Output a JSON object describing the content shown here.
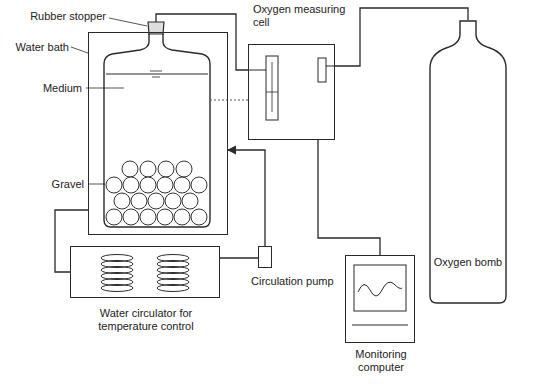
{
  "diagram": {
    "nodes": [
      {
        "text": [
          "Water bath"
        ]
      },
      {
        "text": [
          "Oxygen measuring cell"
        ]
      },
      {
        "text": [
          "Oxygen bomb"
        ]
      },
      {
        "text": [
          "Water circulator for temperature control"
        ]
      },
      {
        "text": [
          "Circulation pump"
        ]
      },
      {
        "text": [
          "Monitoring computer"
        ]
      }
    ],
    "edges": [
      {
        "from": 0,
        "to": 1,
        "arrow": "none"
      },
      {
        "from": 2,
        "to": 1,
        "arrow": "none"
      },
      {
        "from": 1,
        "to": 5,
        "arrow": "none"
      },
      {
        "from": 0,
        "to": 3,
        "arrow": "none"
      },
      {
        "from": 3,
        "to": 4,
        "arrow": "none"
      },
      {
        "from": 4,
        "to": 0,
        "arrow": "to"
      }
    ],
    "labels": [
      "Rubber stopper",
      "Medium",
      "Gravel"
    ]
  }
}
